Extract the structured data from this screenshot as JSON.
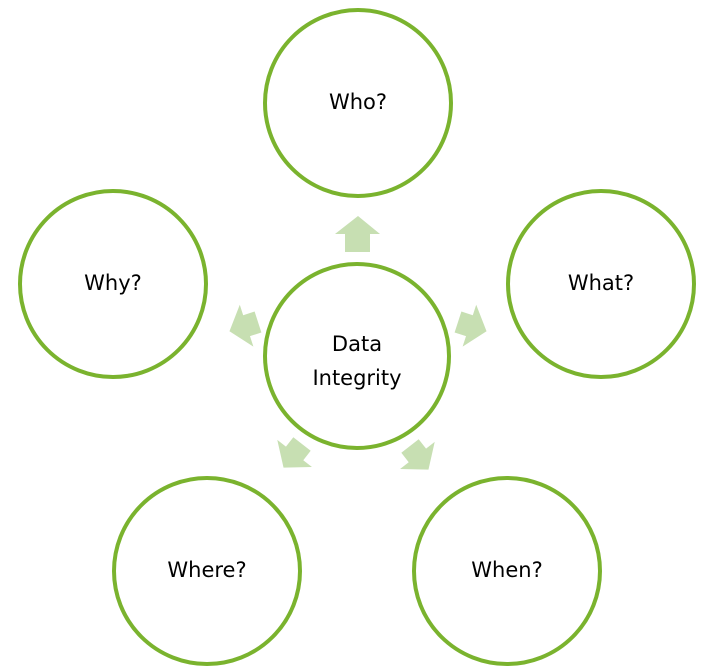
{
  "diagram": {
    "center": {
      "label_line1": "Data",
      "label_line2": "Integrity"
    },
    "nodes": [
      {
        "id": "who",
        "label": "Who?"
      },
      {
        "id": "what",
        "label": "What?"
      },
      {
        "id": "when",
        "label": "When?"
      },
      {
        "id": "where",
        "label": "Where?"
      },
      {
        "id": "why",
        "label": "Why?"
      }
    ],
    "colors": {
      "ring": "#7ab32e",
      "arrow": "#c7dfb2",
      "text": "#000000",
      "background": "#ffffff"
    }
  }
}
